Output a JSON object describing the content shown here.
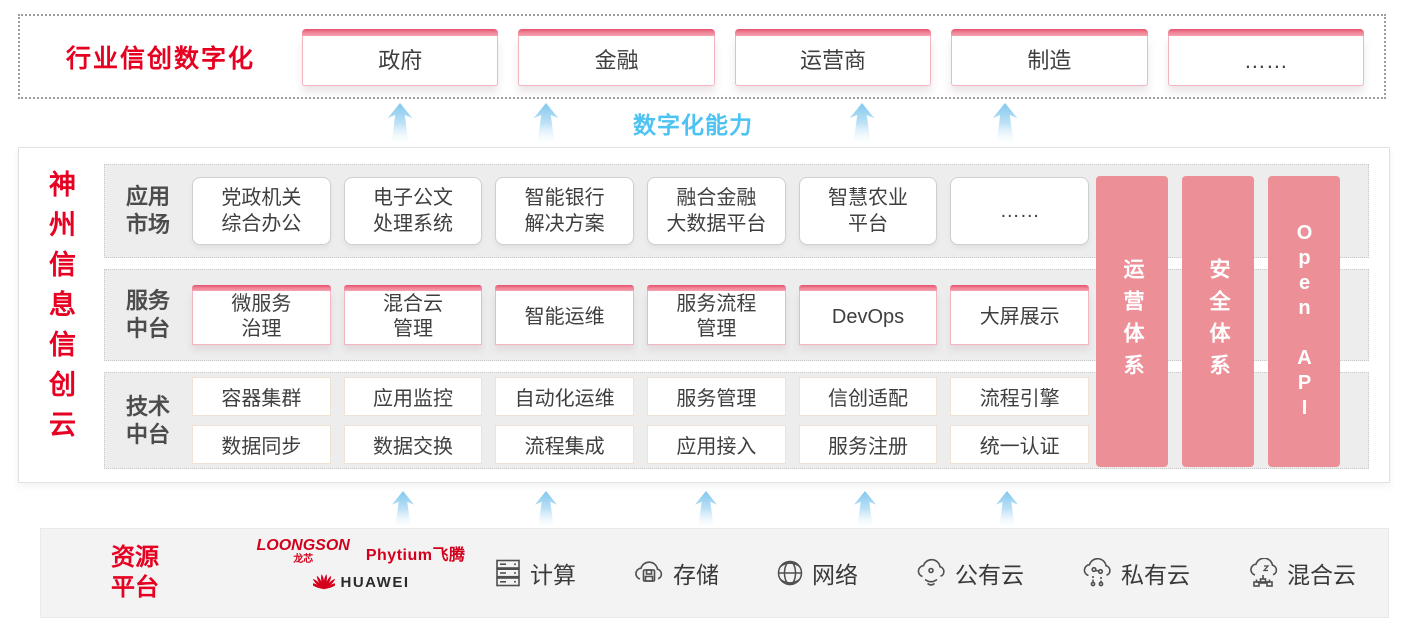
{
  "colors": {
    "brand_red": "#e60021",
    "pillar_salmon": "#ec8f97",
    "tab_strip_pink": "#ee8093",
    "capability_blue": "#4cc3f2",
    "band_gray": "#ededed"
  },
  "top_band": {
    "title": "行业信创数字化",
    "items": [
      "政府",
      "金融",
      "运营商",
      "制造",
      "……"
    ]
  },
  "capability_label": "数字化能力",
  "platform": {
    "side_title": "神州信息信创云",
    "rows": [
      {
        "label": "应用\n市场",
        "items": [
          "党政机关\n综合办公",
          "电子公文\n处理系统",
          "智能银行\n解决方案",
          "融合金融\n大数据平台",
          "智慧农业\n平台",
          "……"
        ]
      },
      {
        "label": "服务\n中台",
        "items": [
          "微服务\n治理",
          "混合云\n管理",
          "智能运维",
          "服务流程\n管理",
          "DevOps",
          "大屏展示"
        ]
      },
      {
        "label": "技术\n中台",
        "items_top": [
          "容器集群",
          "应用监控",
          "自动化运维",
          "服务管理",
          "信创适配",
          "流程引擎"
        ],
        "items_bottom": [
          "数据同步",
          "数据交换",
          "流程集成",
          "应用接入",
          "服务注册",
          "统一认证"
        ]
      }
    ],
    "pillars": [
      "运营体系",
      "安全体系",
      "Open API"
    ]
  },
  "resources": {
    "title": "资源\n平台",
    "vendors": {
      "loongson_en": "LOONGSON",
      "loongson_cn": "龙芯",
      "phytium": "Phytium飞腾",
      "huawei": "HUAWEI"
    },
    "items": [
      {
        "icon": "compute-icon",
        "label": "计算"
      },
      {
        "icon": "storage-icon",
        "label": "存储"
      },
      {
        "icon": "network-icon",
        "label": "网络"
      },
      {
        "icon": "public-cloud-icon",
        "label": "公有云"
      },
      {
        "icon": "private-cloud-icon",
        "label": "私有云"
      },
      {
        "icon": "hybrid-cloud-icon",
        "label": "混合云"
      }
    ]
  }
}
